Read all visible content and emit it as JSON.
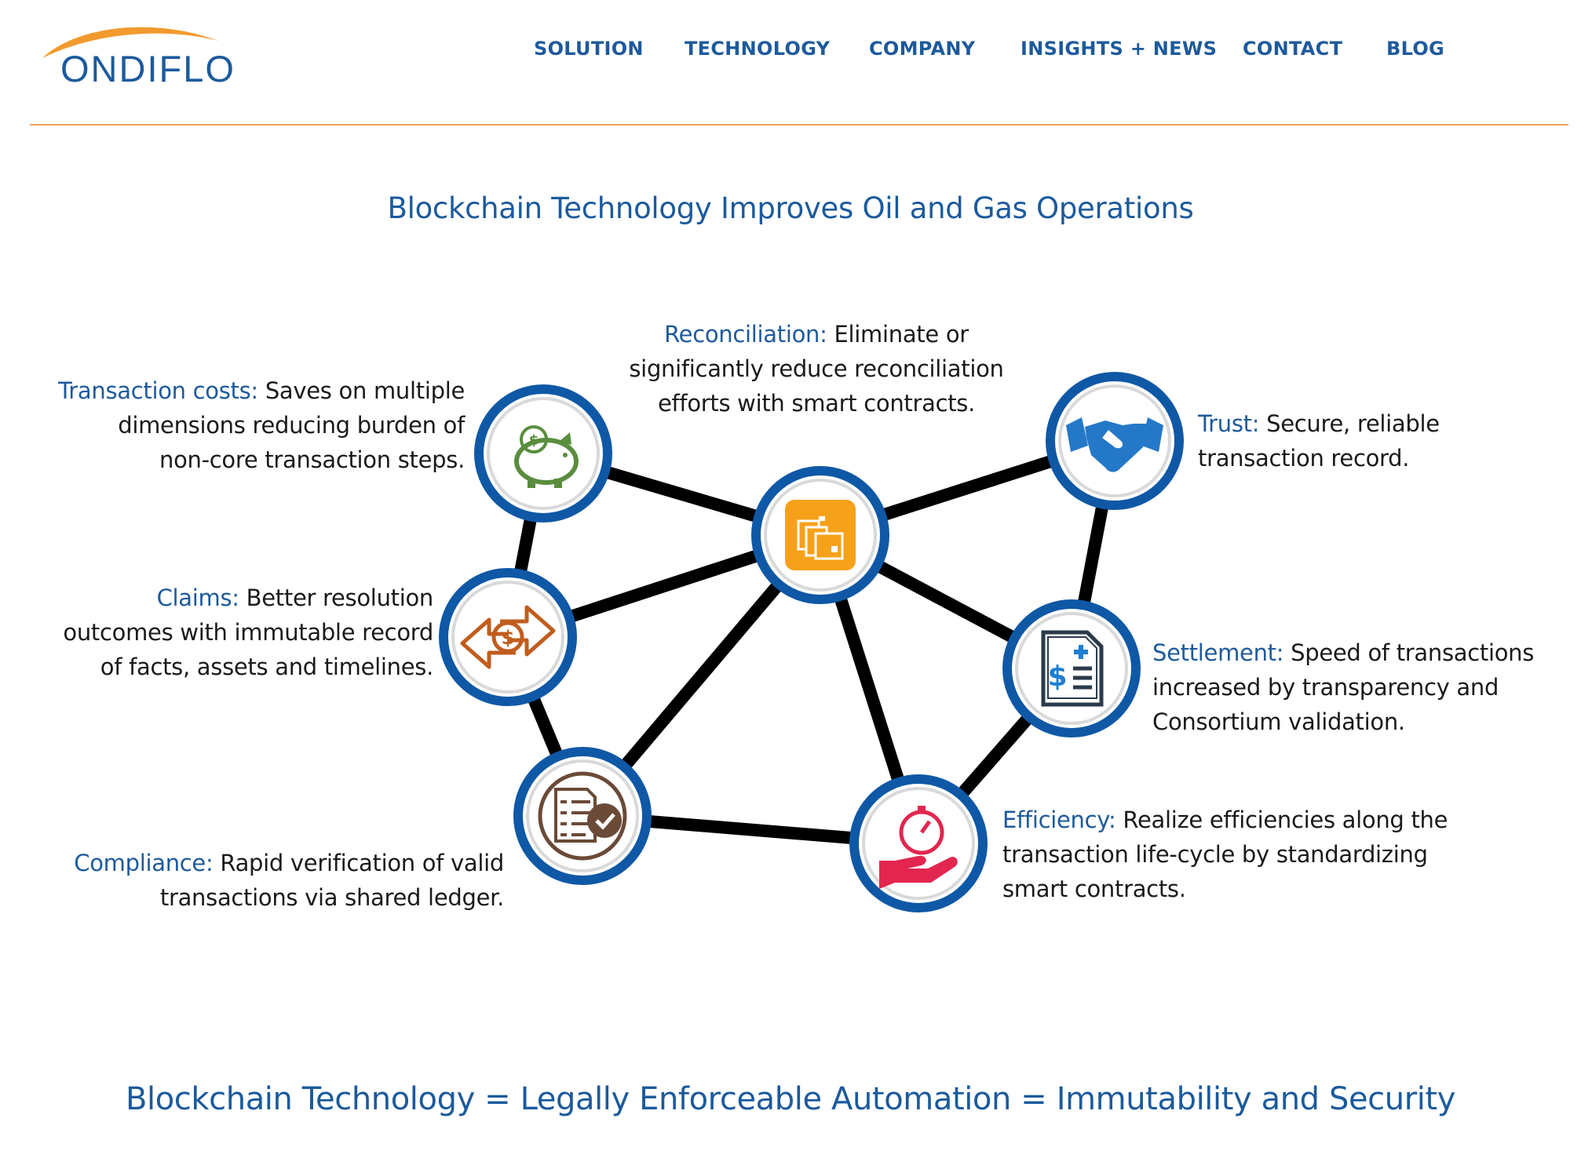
{
  "brand": {
    "logo_text": "ONDIFLO",
    "primary_color": "#1c5a9c",
    "accent_color": "#f2a65a"
  },
  "nav": {
    "items": [
      {
        "label": "SOLUTION"
      },
      {
        "label": "TECHNOLOGY"
      },
      {
        "label": "COMPANY"
      },
      {
        "label": "INSIGHTS + NEWS"
      },
      {
        "label": "CONTACT"
      },
      {
        "label": "BLOG"
      }
    ]
  },
  "headline": "Blockchain Technology Improves Oil and Gas Operations",
  "footer_headline": "Blockchain Technology = Legally Enforceable Automation = Immutability and Security",
  "benefits": {
    "reconciliation": {
      "term": "Reconciliation:",
      "lines": [
        " Eliminate or",
        "significantly reduce reconciliation",
        "efforts with smart contracts."
      ],
      "icon": "smart-contract-icon"
    },
    "transaction_costs": {
      "term": "Transaction costs:",
      "lines": [
        " Saves on multiple",
        "dimensions reducing burden of",
        "non-core transaction steps."
      ],
      "icon": "piggy-bank-icon"
    },
    "trust": {
      "term": "Trust:",
      "lines": [
        " Secure, reliable",
        "transaction record."
      ],
      "icon": "handshake-icon"
    },
    "claims": {
      "term": "Claims:",
      "lines": [
        " Better resolution",
        "outcomes with immutable record",
        "of facts, assets and timelines."
      ],
      "icon": "dollar-exchange-icon"
    },
    "settlement": {
      "term": "Settlement:",
      "lines": [
        " Speed of transactions",
        "increased by transparency and",
        "Consortium validation."
      ],
      "icon": "invoice-icon"
    },
    "compliance": {
      "term": "Compliance:",
      "lines": [
        " Rapid verification of valid",
        "transactions via shared ledger."
      ],
      "icon": "checklist-icon"
    },
    "efficiency": {
      "term": "Efficiency:",
      "lines": [
        " Realize efficiencies along the",
        "transaction life-cycle by standardizing",
        "smart contracts."
      ],
      "icon": "speed-hand-icon"
    }
  }
}
